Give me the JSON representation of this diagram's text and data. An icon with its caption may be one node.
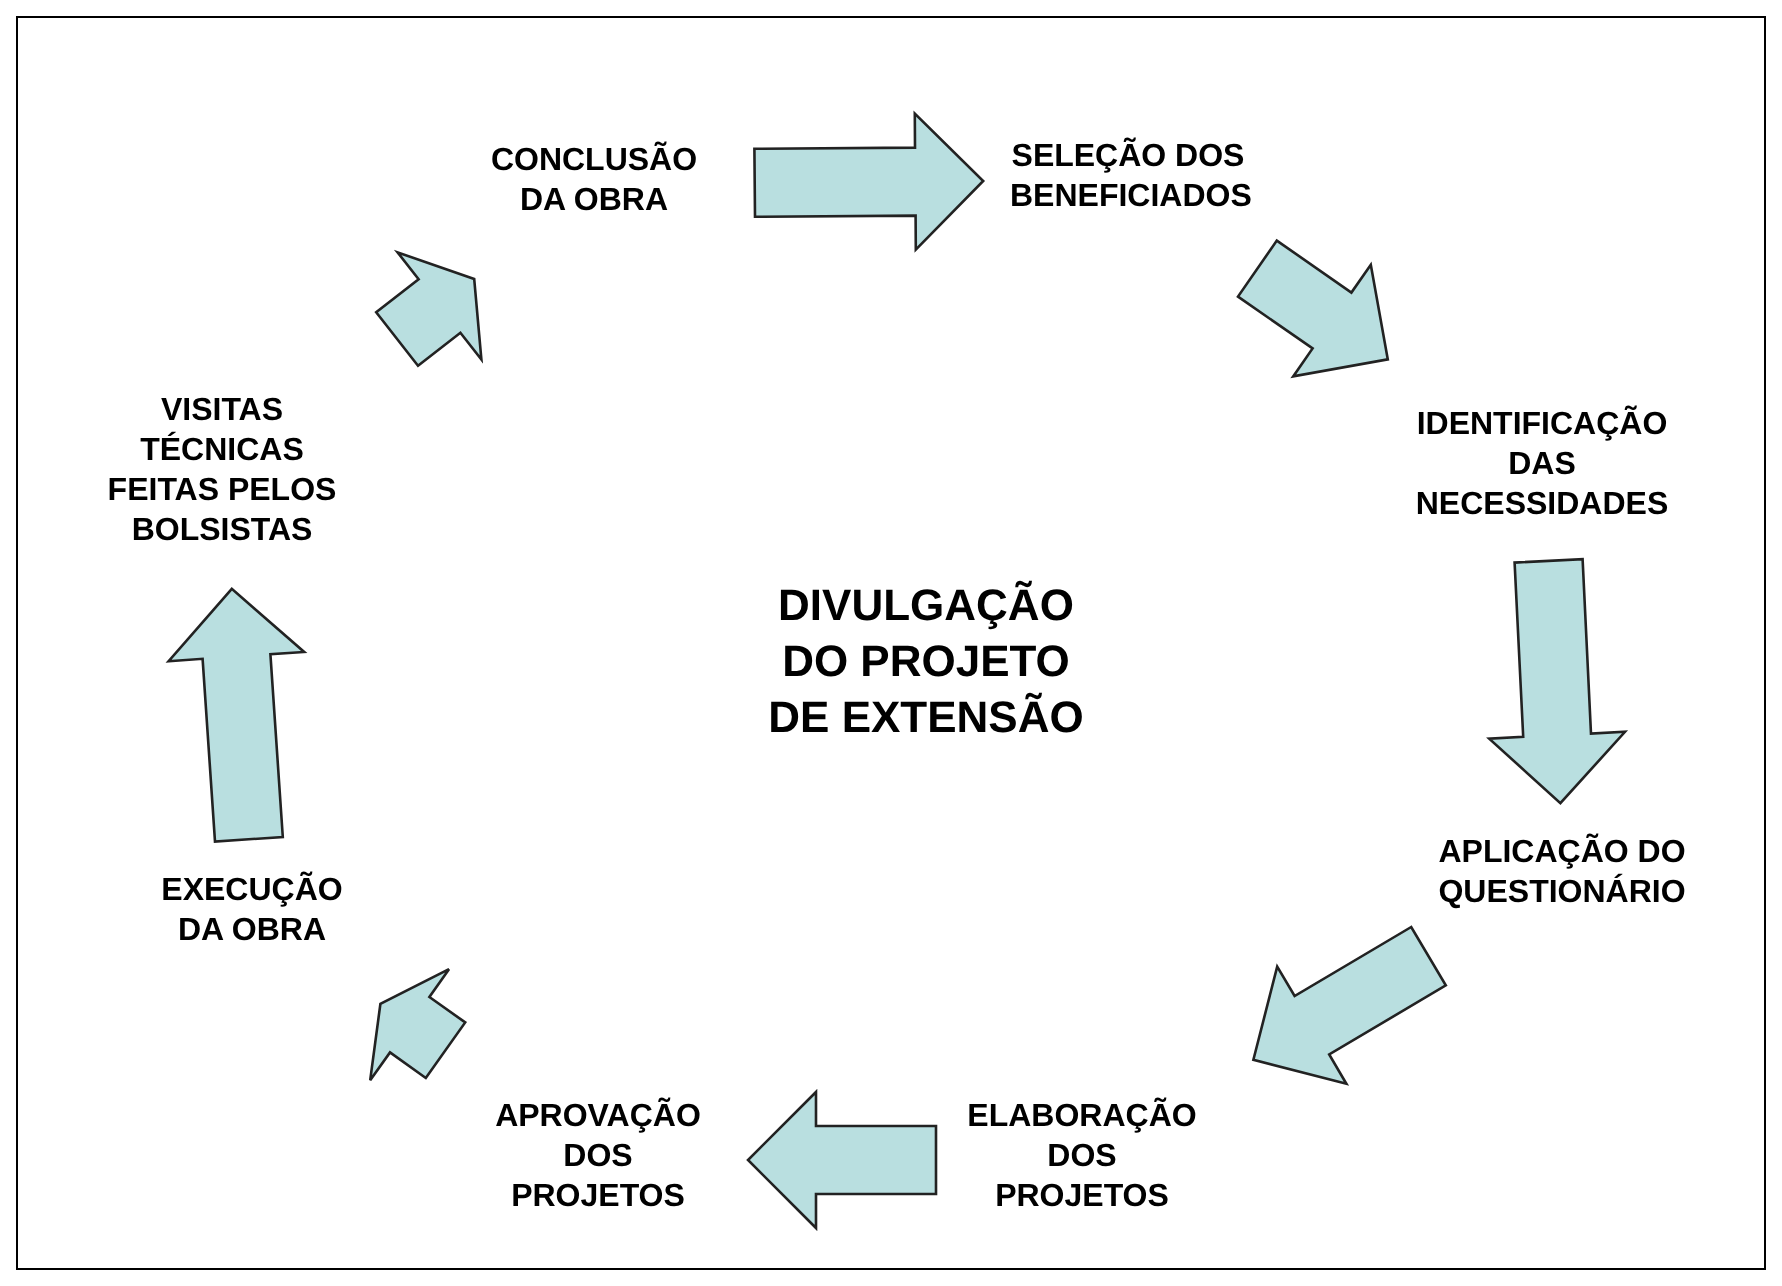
{
  "diagram": {
    "nodes": [
      {
        "text": [
          "CONCLUSÃO DA OBRA"
        ]
      },
      {
        "text": [
          "SELEÇÃO DOS BENEFICIADOS"
        ]
      },
      {
        "text": [
          "IDENTIFICAÇÃO DAS NECESSIDADES"
        ]
      },
      {
        "text": [
          "APLICAÇÃO DO QUESTIONÁRIO"
        ]
      },
      {
        "text": [
          "ELABORAÇÃO DOS PROJETOS"
        ]
      },
      {
        "text": [
          "APROVAÇÃO DOS PROJETOS"
        ]
      },
      {
        "text": [
          "EXECUÇÃO DA OBRA"
        ]
      },
      {
        "text": [
          "VISITAS TÉCNICAS FEITAS PELOS BOLSISTAS"
        ]
      }
    ],
    "edges": [
      {
        "from": 0,
        "to": 1,
        "arrow": "to"
      },
      {
        "from": 1,
        "to": 2,
        "arrow": "to"
      },
      {
        "from": 2,
        "to": 3,
        "arrow": "to"
      },
      {
        "from": 3,
        "to": 4,
        "arrow": "to"
      },
      {
        "from": 4,
        "to": 5,
        "arrow": "to"
      },
      {
        "from": 5,
        "to": 6,
        "arrow": "to"
      },
      {
        "from": 6,
        "to": 7,
        "arrow": "to"
      },
      {
        "from": 7,
        "to": 0,
        "arrow": "to"
      }
    ],
    "labels": [
      "DIVULGAÇÃO DO PROJETO DE EXTENSÃO"
    ]
  }
}
